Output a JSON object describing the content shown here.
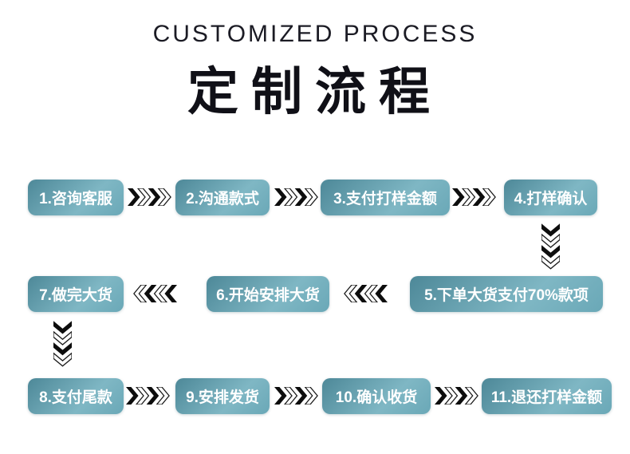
{
  "header": {
    "subtitle": "CUSTOMIZED PROCESS",
    "title": "定制流程"
  },
  "steps": [
    {
      "label": "1.咨询客服"
    },
    {
      "label": "2.沟通款式"
    },
    {
      "label": "3.支付打样金额"
    },
    {
      "label": "4.打样确认"
    },
    {
      "label": "5.下单大货支付70%款项"
    },
    {
      "label": "6.开始安排大货"
    },
    {
      "label": "7.做完大货"
    },
    {
      "label": "8.支付尾款"
    },
    {
      "label": "9.安排发货"
    },
    {
      "label": "10.确认收货"
    },
    {
      "label": "11.退还打样金额"
    }
  ],
  "flow_order": "1 → 2 → 3 → 4 ↓ 5 ← 6 ← 7 ↓ 8 → 9 → 10 → 11",
  "icons": {
    "forward": "chevron-right-arrows",
    "backward": "chevron-left-arrows",
    "down": "chevron-down-arrows"
  },
  "colors": {
    "button_gradient_start": "#4d8898",
    "button_gradient_end": "#7fb7c4",
    "button_text": "#ffffff",
    "arrow_solid": "#0d0d0d",
    "title_text": "#101017",
    "background": "#ffffff"
  }
}
